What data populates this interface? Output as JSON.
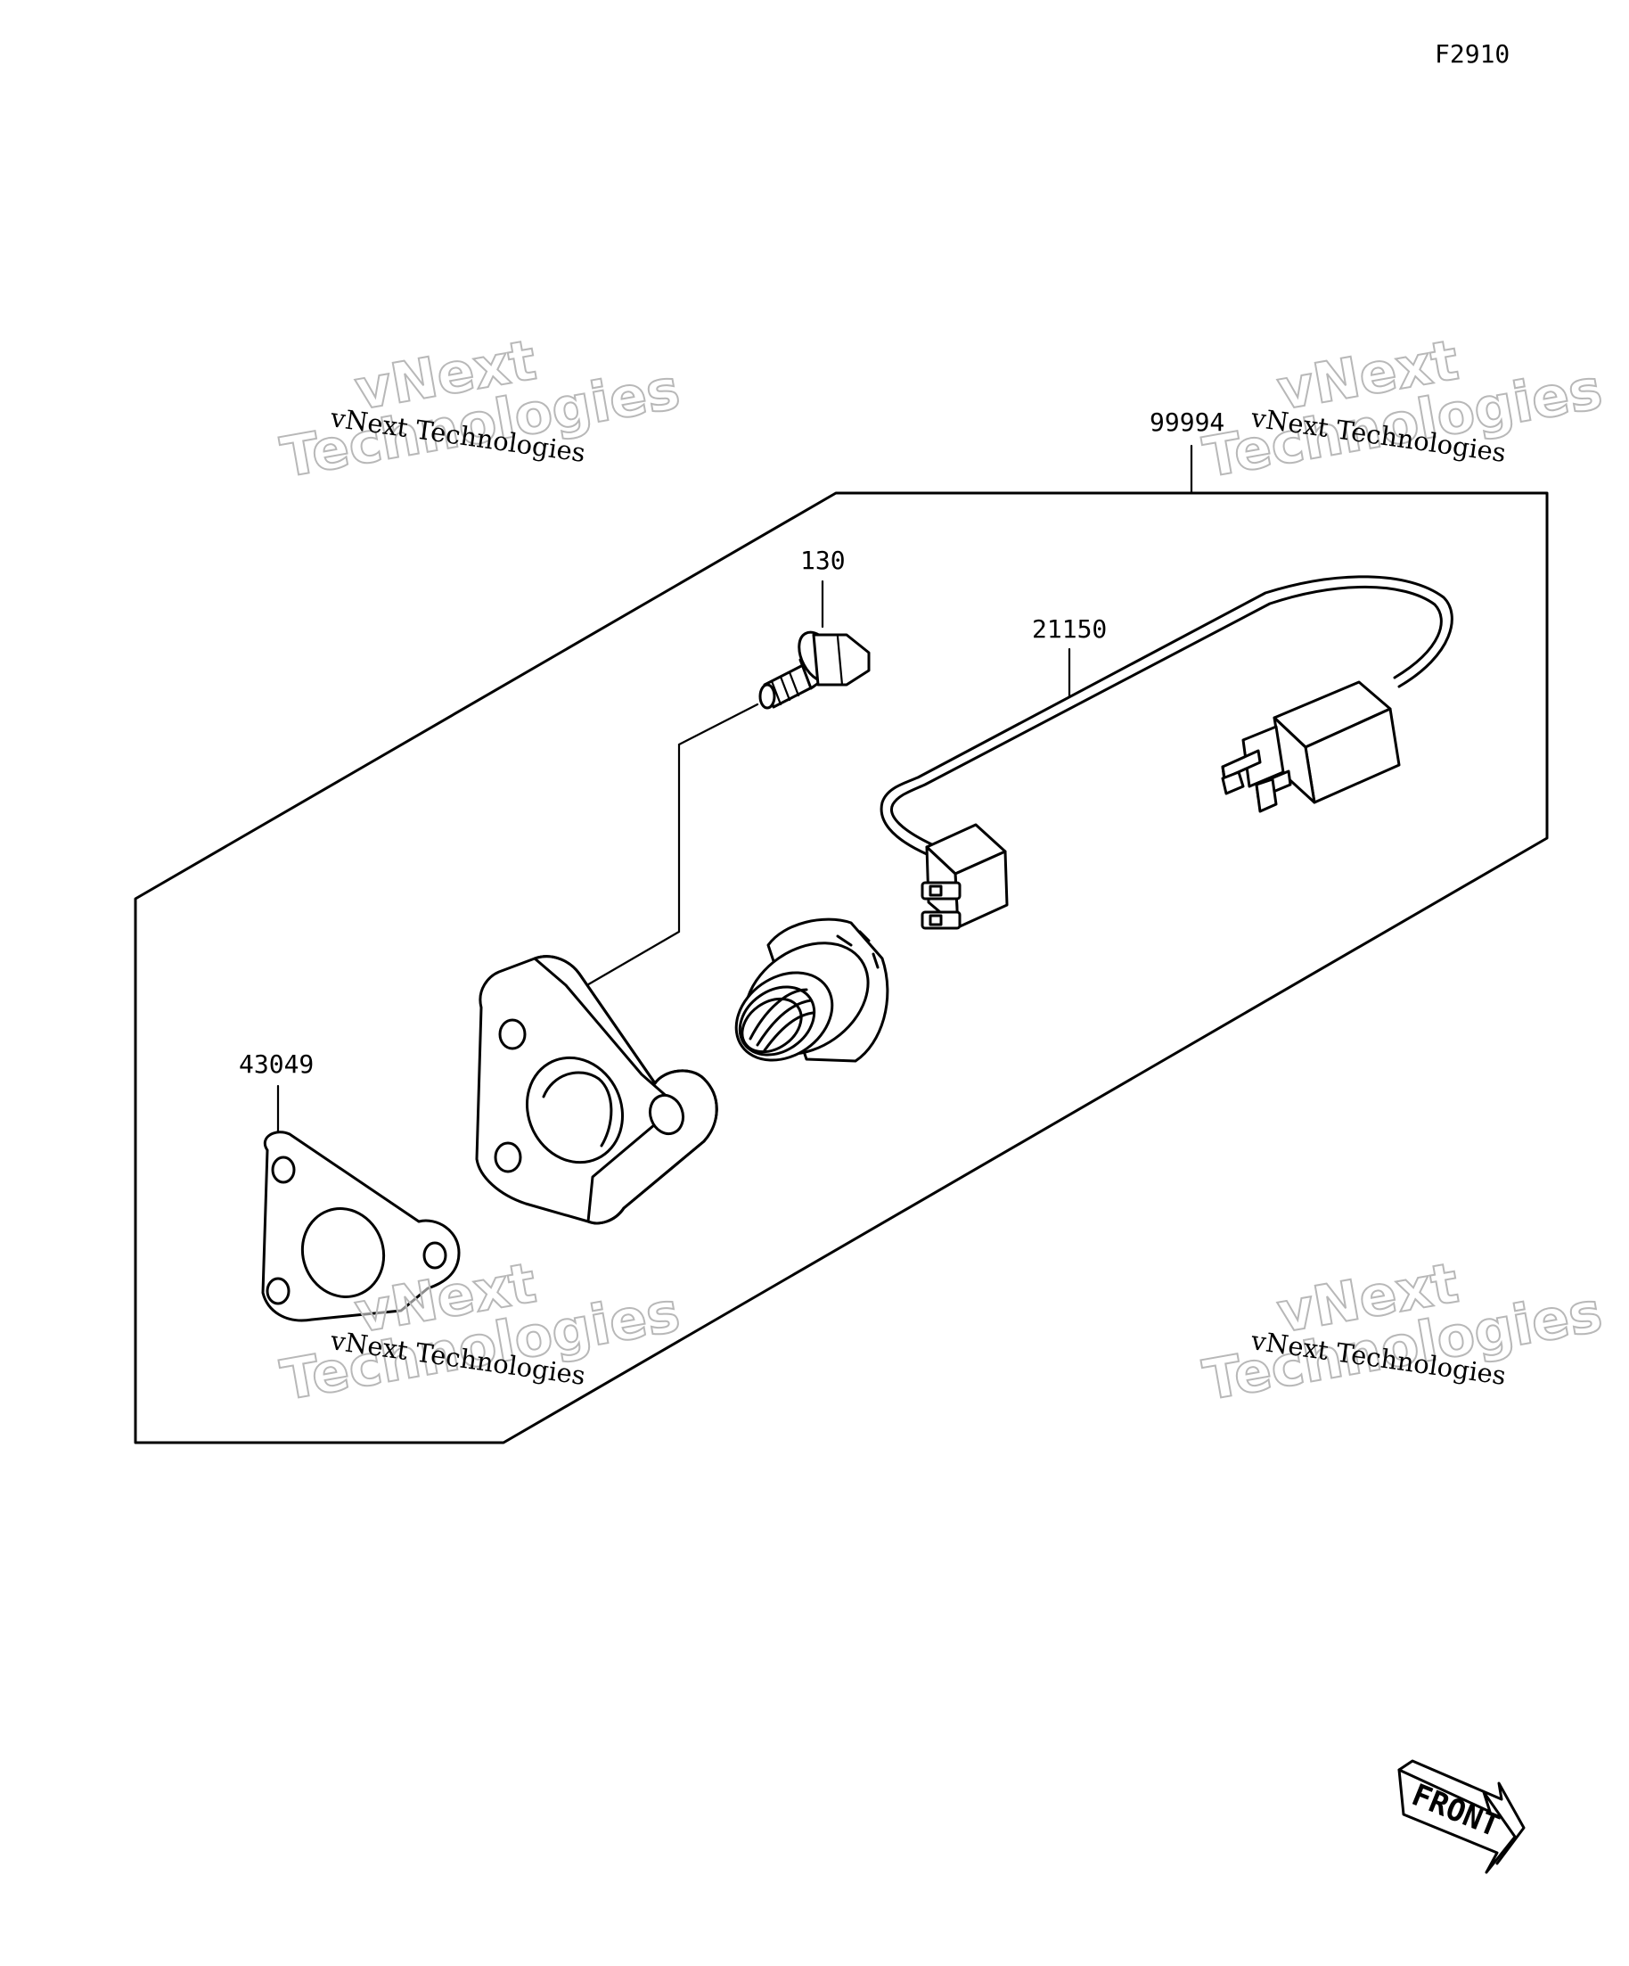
{
  "diagram": {
    "figure_code": "F2910",
    "callouts": {
      "kit": "99994",
      "bolt": "130",
      "harness": "21150",
      "gasket": "43049"
    },
    "watermarks": [
      {
        "line1": "vNext",
        "line2": "Technologies",
        "small": "vNext Technologies"
      },
      {
        "line1": "vNext",
        "line2": "Technologies",
        "small": "vNext Technologies"
      },
      {
        "line1": "vNext",
        "line2": "Technologies",
        "small": "vNext Technologies"
      },
      {
        "line1": "vNext",
        "line2": "Technologies",
        "small": "vNext Technologies"
      }
    ],
    "front_indicator": "FRONT"
  }
}
